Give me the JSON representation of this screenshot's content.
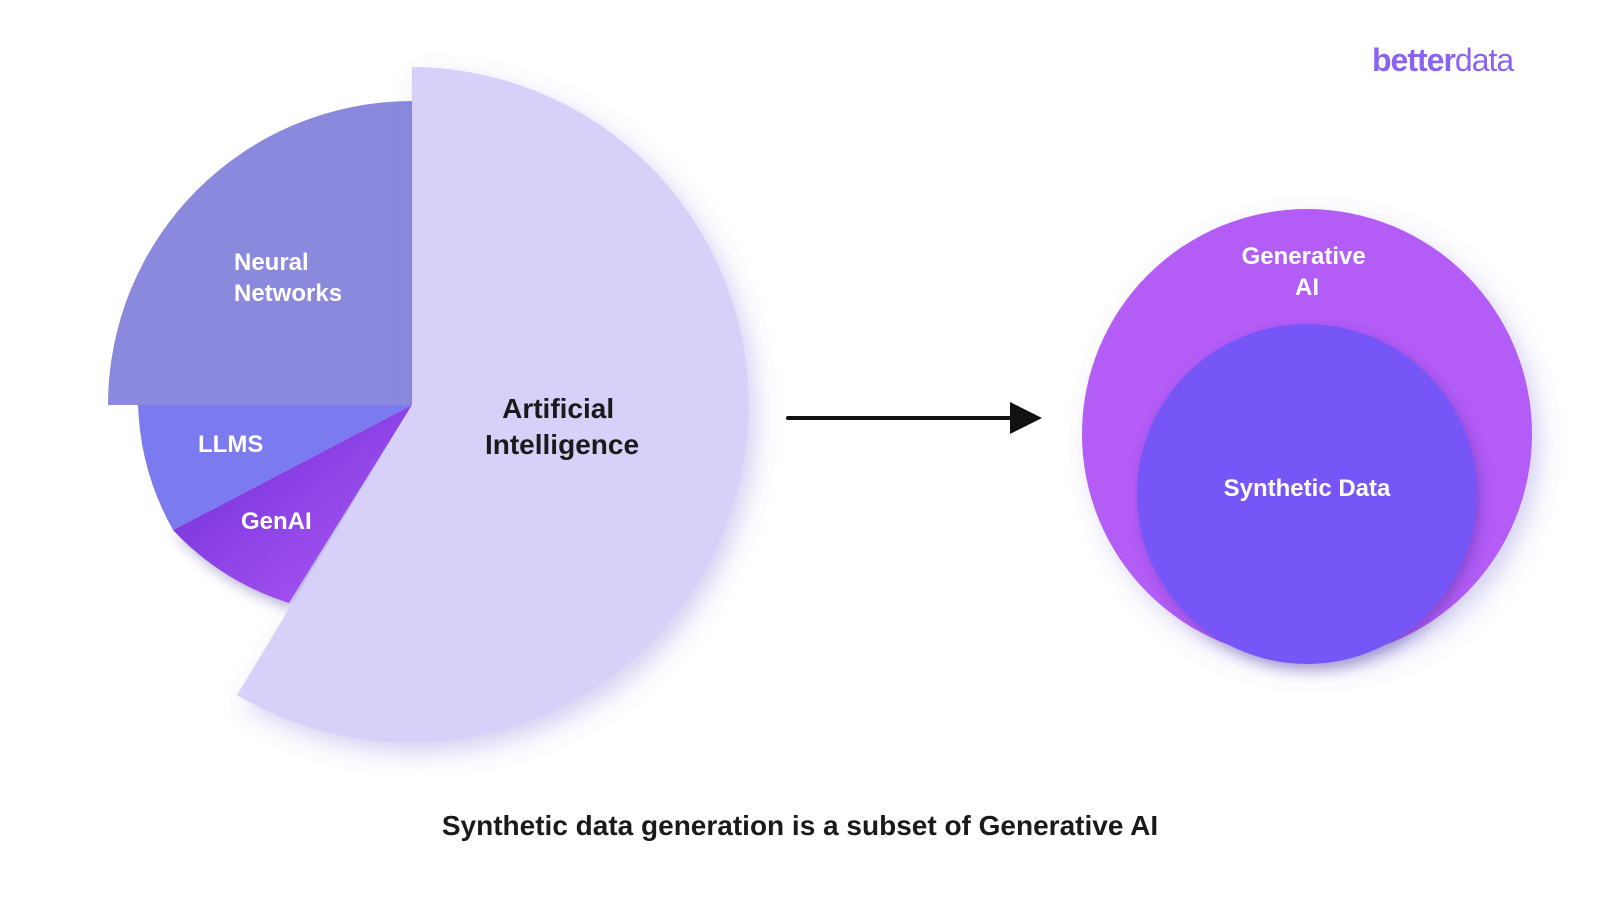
{
  "logo": {
    "part1": "better",
    "part2": "data",
    "color": "#8a63f2"
  },
  "pie": {
    "segments": [
      {
        "label_lines": [
          "Artificial",
          "Intelligence"
        ],
        "color": "#d7d1fa",
        "text_color": "#1a1a1a"
      },
      {
        "label_lines": [
          "Neural",
          "Networks"
        ],
        "color": "#8a89dd",
        "text_color": "#ffffff"
      },
      {
        "label_lines": [
          "LLMS"
        ],
        "color": "#7b7aef",
        "text_color": "#ffffff"
      },
      {
        "label_lines": [
          "GenAI"
        ],
        "color": "#a855f7",
        "text_color": "#ffffff"
      }
    ]
  },
  "venn": {
    "outer": {
      "label_lines": [
        "Generative",
        "AI"
      ],
      "color": "#b35cf6"
    },
    "inner": {
      "label_lines": [
        "Synthetic Data"
      ],
      "color": "#7656f7"
    }
  },
  "caption": "Synthetic data generation is a subset of Generative AI",
  "colors": {
    "arrow": "#111111"
  }
}
